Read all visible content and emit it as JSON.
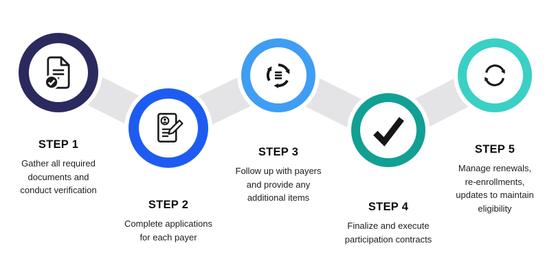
{
  "background": "#ffffff",
  "connector": {
    "color": "#e4e4e6"
  },
  "steps": [
    {
      "label": "STEP 1",
      "description_lines": [
        "Gather all required",
        "documents and",
        "conduct verification"
      ],
      "ring_color": "#2b2a5e",
      "icon": "document-verified-icon"
    },
    {
      "label": "STEP 2",
      "description_lines": [
        "Complete applications",
        "for each payer"
      ],
      "ring_color": "#1e5cf1",
      "icon": "application-form-icon"
    },
    {
      "label": "STEP 3",
      "description_lines": [
        "Follow up with payers",
        "and provide any",
        "additional items"
      ],
      "ring_color": "#3f9df3",
      "icon": "process-cycle-icon"
    },
    {
      "label": "STEP 4",
      "description_lines": [
        "Finalize and execute",
        "participation contracts"
      ],
      "ring_color": "#11a093",
      "icon": "checkmark-icon"
    },
    {
      "label": "STEP 5",
      "description_lines": [
        "Manage renewals,",
        "re-enrollments,",
        "updates to maintain",
        "eligibility"
      ],
      "ring_color": "#3bd0c5",
      "icon": "renewal-sync-icon"
    }
  ]
}
